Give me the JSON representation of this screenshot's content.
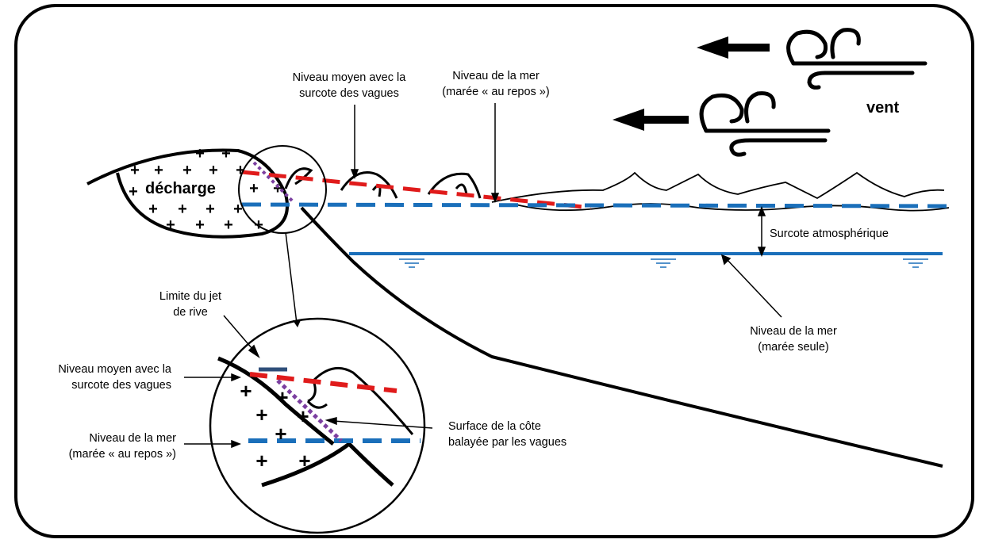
{
  "labels": {
    "mean_level_waves": "Niveau moyen avec la\nsurcote des vagues",
    "sea_level_rest": "Niveau de la mer\n(marée « au repos »)",
    "wind": "vent",
    "landfill": "décharge",
    "atmospheric_surge": "Surcote atmosphérique",
    "sea_level_tide_only": "Niveau de la mer\n(marée seule)",
    "swash_limit": "Limite du jet\nde rive",
    "inset_mean_level_waves": "Niveau moyen avec la\nsurcote des vagues",
    "inset_sea_level_rest": "Niveau de la mer\n(marée « au repos »)",
    "coast_surface_swept": "Surface de la côte\nbalayée par les vagues"
  },
  "colors": {
    "wave_setup_line": "#e01b1b",
    "sea_level_line": "#1a6fba",
    "swash_line": "#7b3fa0",
    "swash_marker": "#2f4f7a",
    "outline": "#000000"
  },
  "icons": [
    "wind-arrow-icon",
    "wind-swirl-icon",
    "water-level-symbol-icon",
    "plus-sign-icon"
  ]
}
